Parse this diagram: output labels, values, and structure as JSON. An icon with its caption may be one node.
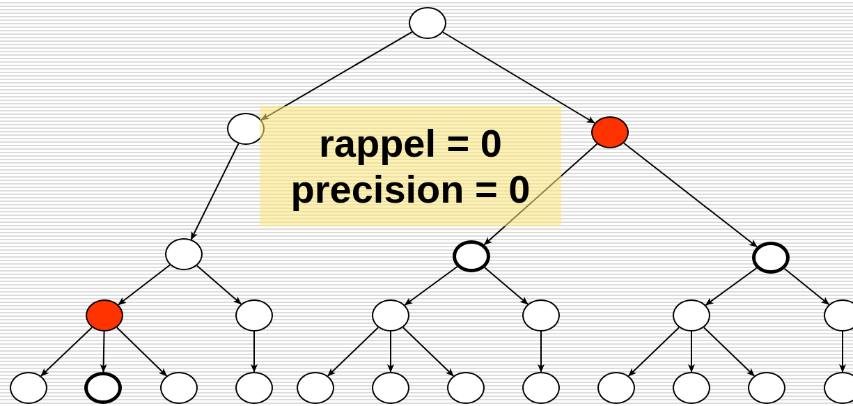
{
  "diagram": {
    "nodes": [
      {
        "text": [],
        "shape": "circle"
      },
      {
        "text": [],
        "shape": "circle"
      },
      {
        "text": [],
        "shape": "circle"
      },
      {
        "text": [],
        "shape": "circle"
      },
      {
        "text": [],
        "shape": "circle"
      },
      {
        "text": [],
        "shape": "circle"
      },
      {
        "text": [],
        "shape": "circle"
      },
      {
        "text": [],
        "shape": "circle"
      },
      {
        "text": [],
        "shape": "circle"
      },
      {
        "text": [],
        "shape": "circle"
      },
      {
        "text": [],
        "shape": "circle"
      },
      {
        "text": [],
        "shape": "circle"
      },
      {
        "text": [],
        "shape": "circle"
      },
      {
        "text": [],
        "shape": "circle"
      },
      {
        "text": [],
        "shape": "circle"
      },
      {
        "text": [],
        "shape": "circle"
      },
      {
        "text": [],
        "shape": "circle"
      },
      {
        "text": [],
        "shape": "circle"
      },
      {
        "text": [],
        "shape": "circle"
      },
      {
        "text": [],
        "shape": "circle"
      },
      {
        "text": [],
        "shape": "circle"
      },
      {
        "text": [],
        "shape": "circle"
      },
      {
        "text": [],
        "shape": "circle"
      },
      {
        "text": [],
        "shape": "circle"
      }
    ],
    "edges": [
      {
        "from": 0,
        "to": 1,
        "arrow": "to"
      },
      {
        "from": 0,
        "to": 2,
        "arrow": "to"
      },
      {
        "from": 1,
        "to": 3,
        "arrow": "to"
      },
      {
        "from": 2,
        "to": 4,
        "arrow": "to"
      },
      {
        "from": 2,
        "to": 5,
        "arrow": "to"
      },
      {
        "from": 3,
        "to": 6,
        "arrow": "to"
      },
      {
        "from": 3,
        "to": 7,
        "arrow": "to"
      },
      {
        "from": 4,
        "to": 8,
        "arrow": "to"
      },
      {
        "from": 4,
        "to": 9,
        "arrow": "to"
      },
      {
        "from": 5,
        "to": 10,
        "arrow": "to"
      },
      {
        "from": 5,
        "to": 11,
        "arrow": "to"
      },
      {
        "from": 6,
        "to": 12,
        "arrow": "to"
      },
      {
        "from": 6,
        "to": 13,
        "arrow": "to"
      },
      {
        "from": 6,
        "to": 14,
        "arrow": "to"
      },
      {
        "from": 7,
        "to": 15,
        "arrow": "to"
      },
      {
        "from": 8,
        "to": 16,
        "arrow": "to"
      },
      {
        "from": 8,
        "to": 17,
        "arrow": "to"
      },
      {
        "from": 8,
        "to": 18,
        "arrow": "to"
      },
      {
        "from": 9,
        "to": 19,
        "arrow": "to"
      },
      {
        "from": 10,
        "to": 20,
        "arrow": "to"
      },
      {
        "from": 10,
        "to": 21,
        "arrow": "to"
      },
      {
        "from": 10,
        "to": 22,
        "arrow": "to"
      },
      {
        "from": 11,
        "to": 23,
        "arrow": "to"
      }
    ],
    "labels": [
      "rappel = 0",
      "precision = 0"
    ]
  }
}
